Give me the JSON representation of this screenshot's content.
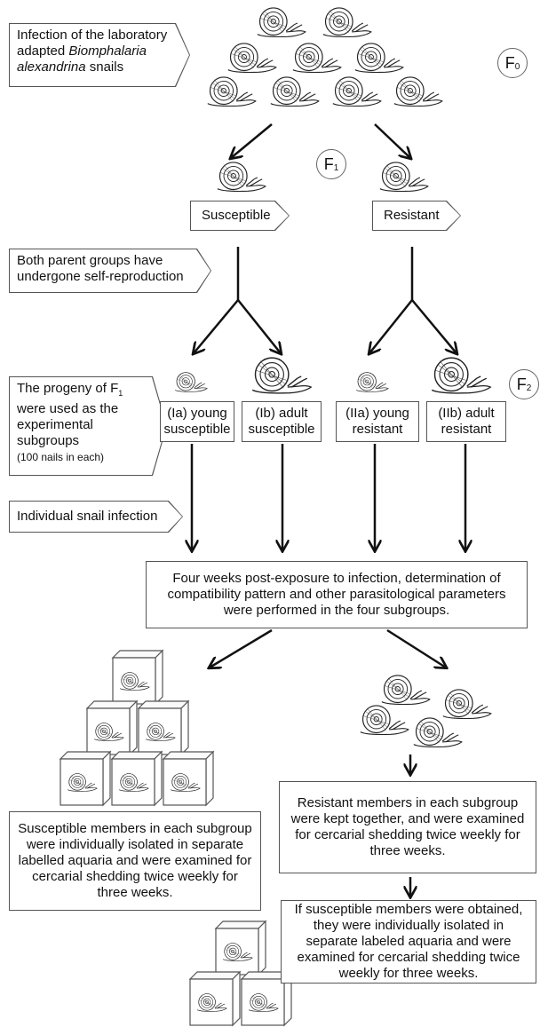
{
  "labels": {
    "infection_pre": "Infection of the laboratory adapted ",
    "infection_italic": "Biomphalaria alexandrina",
    "infection_post": " snails",
    "both_parents": "Both parent groups have undergone self-reproduction",
    "progeny_pre": "The progeny of F",
    "progeny_sub": "1",
    "progeny_post": " were used as the experimental subgroups",
    "progeny_small": "(100 nails in each)",
    "individual": "Individual snail infection"
  },
  "generations": {
    "f0": "F",
    "f0_sub": "0",
    "f1": "F",
    "f1_sub": "1",
    "f2": "F",
    "f2_sub": "2"
  },
  "groups": {
    "susceptible": "Susceptible",
    "resistant": "Resistant"
  },
  "subgroups": [
    {
      "line1": "(Ia) young",
      "line2": "susceptible"
    },
    {
      "line1": "(Ib) adult",
      "line2": "susceptible"
    },
    {
      "line1": "(IIa) young",
      "line2": "resistant"
    },
    {
      "line1": "(IIb) adult",
      "line2": "resistant"
    }
  ],
  "boxes": {
    "four_weeks": "Four weeks post-exposure to infection, determination of compatibility pattern and other parasitological parameters were performed in the four subgroups.",
    "susceptible_members": "Susceptible members in each subgroup were individually isolated in separate labelled aquaria and were examined for cercarial shedding twice weekly for three weeks.",
    "resistant_members": "Resistant members in each subgroup were kept together, and were examined for cercarial shedding twice weekly for three weeks.",
    "if_susceptible": "If susceptible members were obtained, they were individually isolated in separate labeled aquaria and were examined for cercarial shedding twice weekly for three weeks."
  },
  "icons": [
    "snail-icon",
    "aquarium-icon",
    "arrow-icon"
  ]
}
